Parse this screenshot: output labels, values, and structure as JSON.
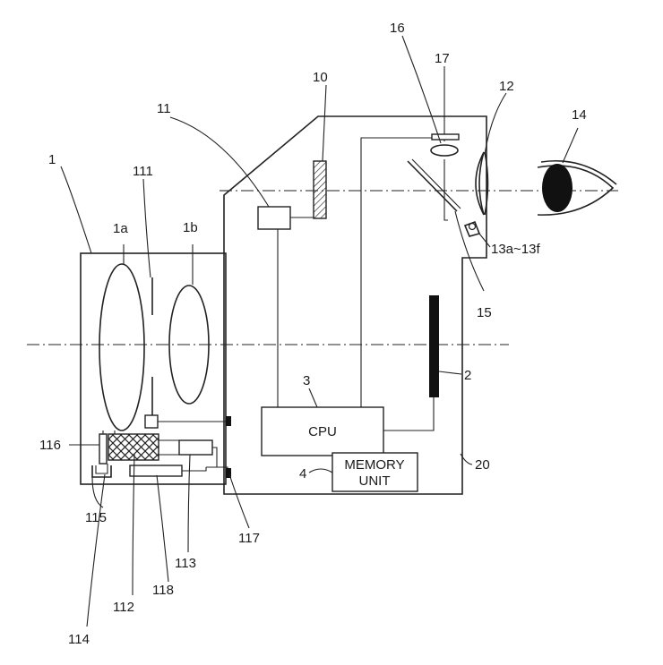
{
  "labels": {
    "l1": "1",
    "l1a": "1a",
    "l1b": "1b",
    "l111": "111",
    "l11": "11",
    "l10": "10",
    "l16": "16",
    "l17": "17",
    "l12": "12",
    "l14": "14",
    "l13": "13a~13f",
    "l15": "15",
    "l2": "2",
    "l3": "3",
    "l4": "4",
    "l20": "20",
    "l116": "116",
    "l115": "115",
    "l114": "114",
    "l112": "112",
    "l118": "118",
    "l113": "113",
    "l117": "117"
  },
  "blocks": {
    "cpu": "CPU",
    "memory_line1": "MEMORY",
    "memory_line2": "UNIT"
  },
  "colors": {
    "stroke": "#222222",
    "fill_dark": "#111111",
    "background": "#ffffff"
  }
}
